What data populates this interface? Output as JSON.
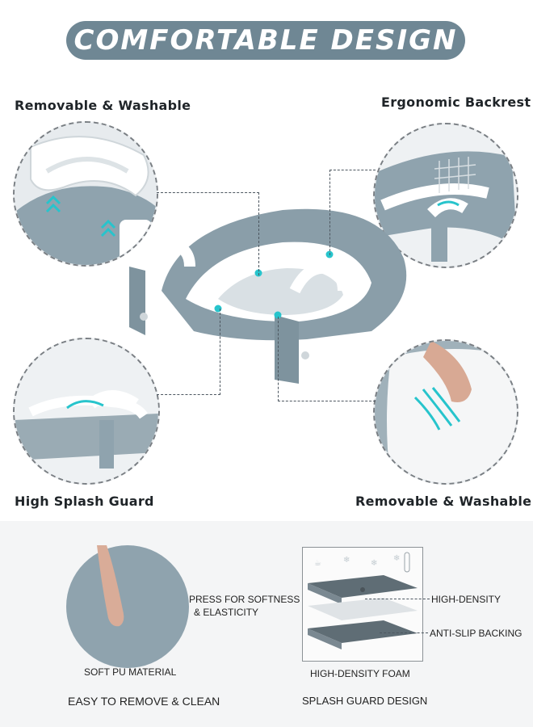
{
  "banner": {
    "title": "COMFORTABLE DESIGN"
  },
  "features": {
    "top_left": "Removable & Washable",
    "top_right": "Ergonomic Backrest",
    "bottom_left": "High Splash Guard",
    "bottom_right": "Removable & Washable"
  },
  "material": {
    "press_line1": "PRESS FOR SOFTNESS",
    "press_line2": "& ELASTICITY",
    "pu_label": "SOFT PU MATERIAL",
    "caption": "EASY TO REMOVE & CLEAN"
  },
  "layers": {
    "high_density": "HIGH-DENSITY",
    "anti_slip": "ANTI-SLIP BACKING",
    "foam": "HIGH-DENSITY FOAM",
    "caption": "SPLASH GUARD DESIGN"
  },
  "colors": {
    "banner": "#6f8794",
    "seat_gray": "#8a9ea9",
    "accent": "#27c4cc"
  }
}
